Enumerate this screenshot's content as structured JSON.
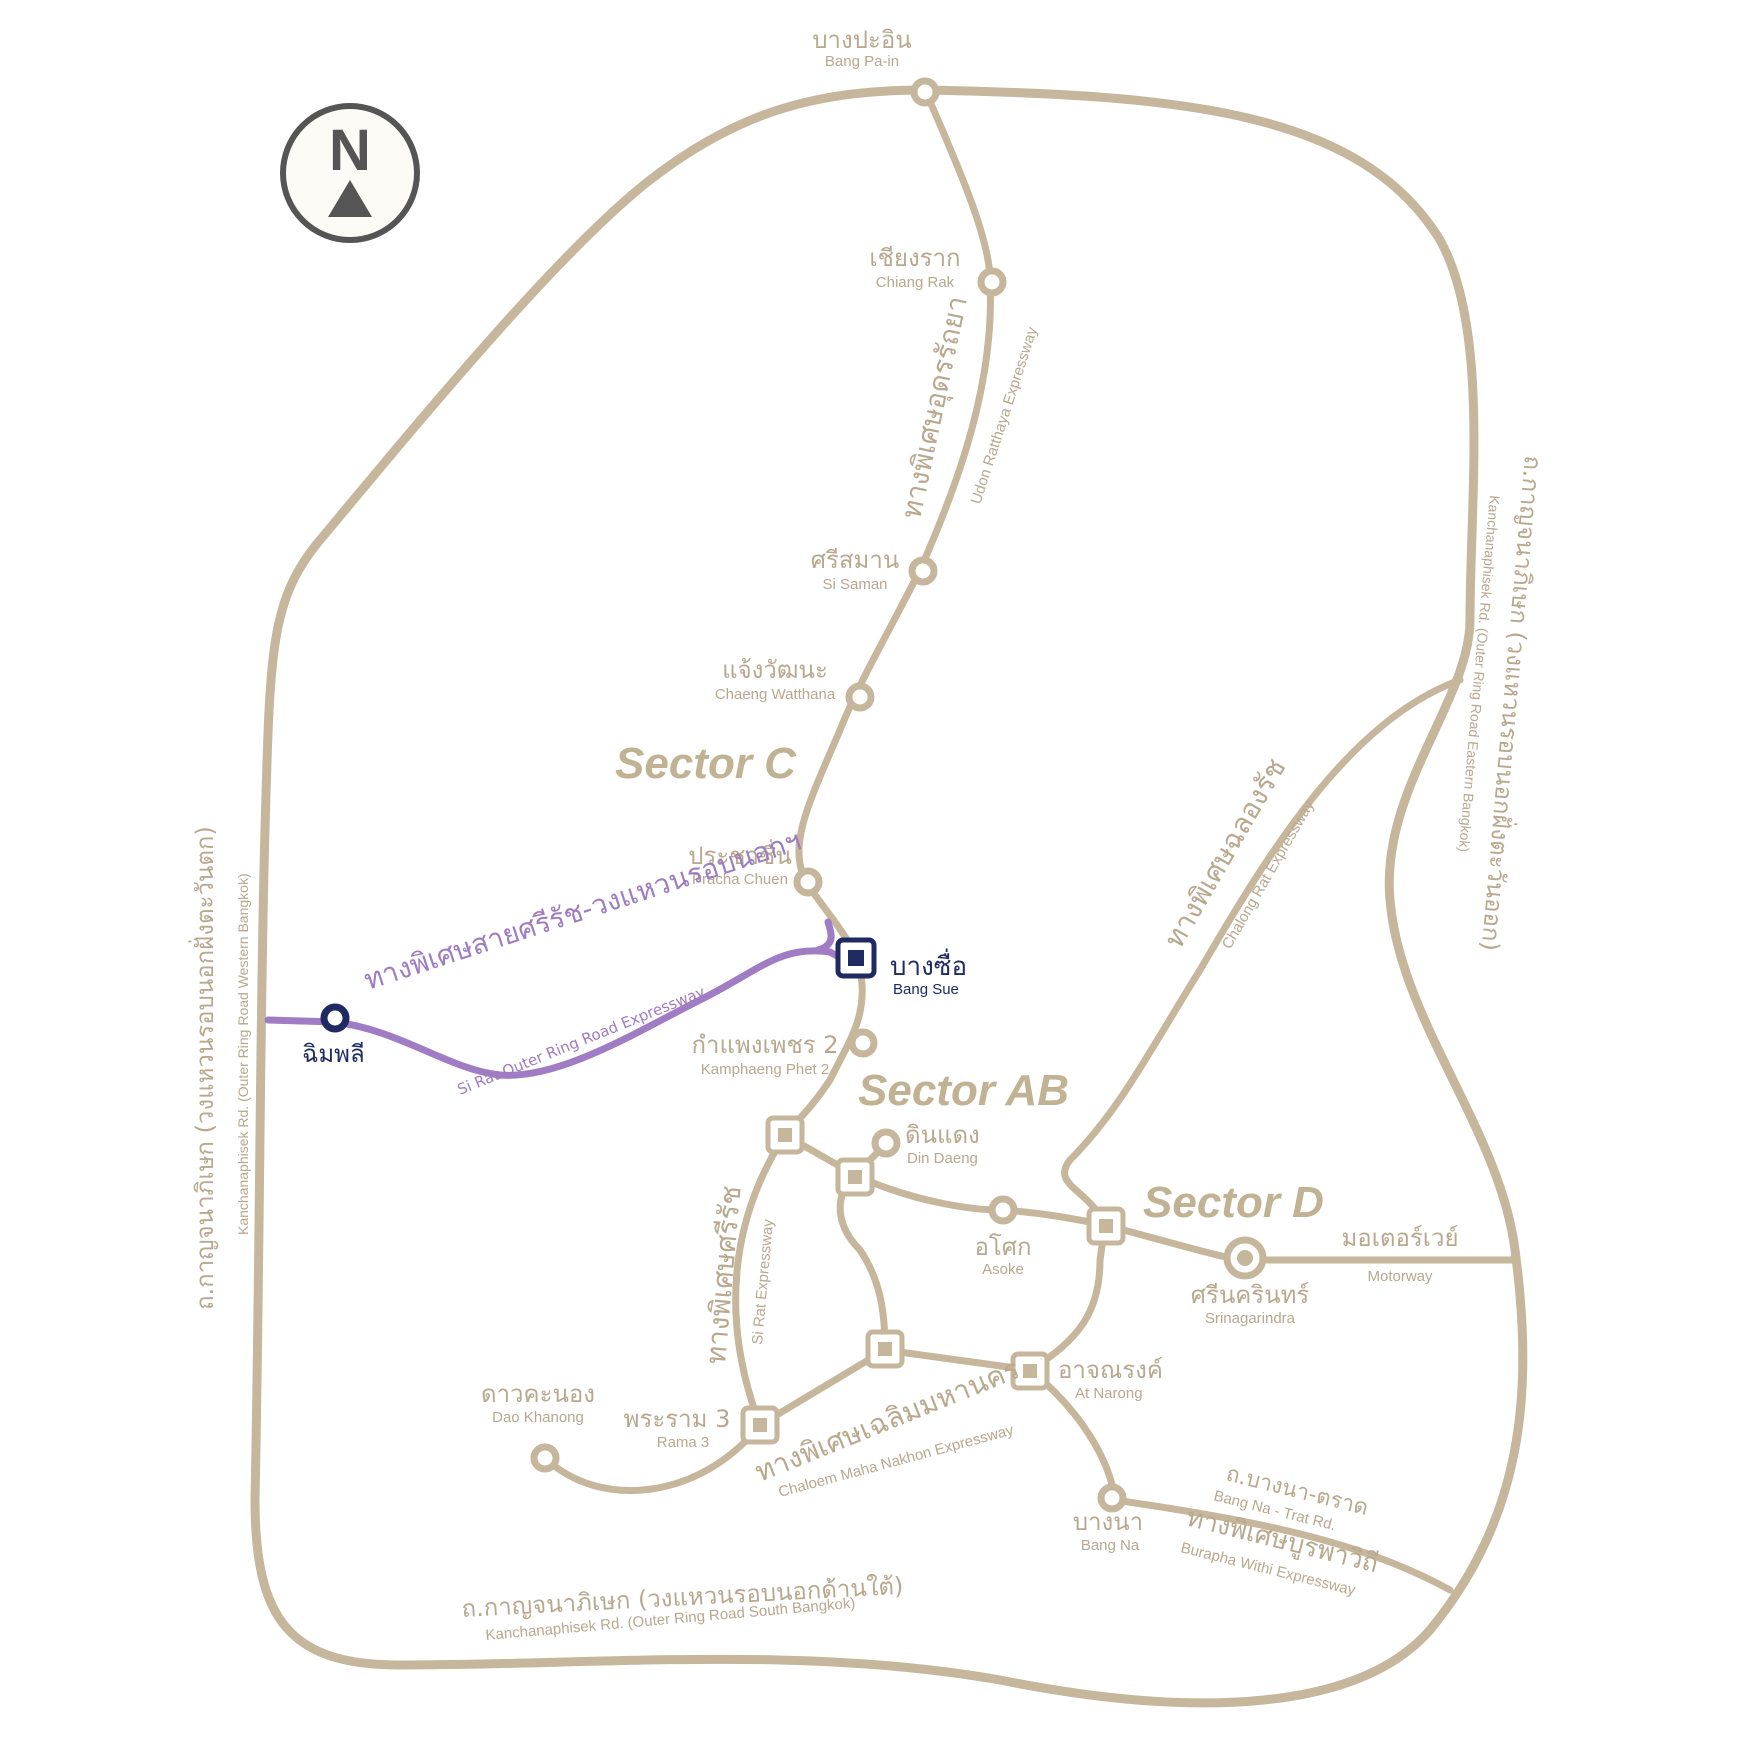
{
  "compass": {
    "letter": "N",
    "icon": "north-arrow-icon"
  },
  "colors": {
    "road": "#c6b69c",
    "label": "#b8a88e",
    "sector": "#c2b294",
    "purple_route": "#a07cc4",
    "navy": "#1f2a63",
    "compass": "#555555"
  },
  "sectors": {
    "c": "Sector  C",
    "ab": "Sector  AB",
    "d": "Sector  D"
  },
  "stations": {
    "bang_pain": {
      "th": "บางปะอิน",
      "en": "Bang Pa-in"
    },
    "chiang_rak": {
      "th": "เชียงราก",
      "en": "Chiang Rak"
    },
    "si_saman": {
      "th": "ศรีสมาน",
      "en": "Si Saman"
    },
    "chaeng_watthana": {
      "th": "แจ้งวัฒนะ",
      "en": "Chaeng Watthana"
    },
    "pracha_chuen": {
      "th": "ประชาชื่น",
      "en": "Pracha Chuen"
    },
    "bang_sue": {
      "th": "บางซื่อ",
      "en": "Bang Sue"
    },
    "kamphaeng_phet": {
      "th": "กำแพงเพชร 2",
      "en": "Kamphaeng Phet 2"
    },
    "chimphli": {
      "th": "ฉิมพลี"
    },
    "din_daeng": {
      "th": "ดินแดง",
      "en": "Din Daeng"
    },
    "asoke": {
      "th": "อโศก",
      "en": "Asoke"
    },
    "srinagarindra": {
      "th": "ศรีนครินทร์",
      "en": "Srinagarindra"
    },
    "motorway": {
      "th": "มอเตอร์เวย์",
      "en": "Motorway"
    },
    "at_narong": {
      "th": "อาจณรงค์",
      "en": "At Narong"
    },
    "dao_khanong": {
      "th": "ดาวคะนอง",
      "en": "Dao Khanong"
    },
    "rama3": {
      "th": "พระราม 3",
      "en": "Rama 3"
    },
    "bang_na": {
      "th": "บางนา",
      "en": "Bang Na"
    }
  },
  "roads": {
    "udon": {
      "th": "ทางพิเศษอุดรรัถยา",
      "en": "Udon Ratthaya Expressway"
    },
    "sirat_outer": {
      "th": "ทางพิเศษสายศรีรัช-วงแหวนรอบนอกฯ",
      "en": "Si Rat Outer Ring Road Expressway"
    },
    "sirat": {
      "th": "ทางพิเศษศรีรัช",
      "en": "Si Rat Expressway"
    },
    "chalong": {
      "th": "ทางพิเศษฉลองรัช",
      "en": "Chalong Rat Expressway"
    },
    "chaloem": {
      "th": "ทางพิเศษเฉลิมมหานคร",
      "en": "Chaloem Maha Nakhon Expressway"
    },
    "bangna_trat": {
      "th": "ถ.บางนา-ตราด",
      "en": "Bang Na - Trat Rd."
    },
    "burapha": {
      "th": "ทางพิเศษบูรพาวิถี",
      "en": "Burapha Withi Expressway"
    },
    "ring_west": {
      "th": "ถ.กาญจนาภิเษก (วงแหวนรอบนอกฝั่งตะวันตก)",
      "en": "Kanchanaphisek Rd. (Outer Ring Road Western  Bangkok)"
    },
    "ring_east": {
      "th": "ถ.กาญจนาภิเษก (วงแหวนรอบนอกฝั่งตะวันออก)",
      "en": "Kanchanaphisek Rd. (Outer Ring Road Eastern Bangkok)"
    },
    "ring_south": {
      "th": "ถ.กาญจนาภิเษก (วงแหวนรอบนอกด้านใต้)",
      "en": "Kanchanaphisek Rd. (Outer Ring Road South Bangkok)"
    }
  }
}
